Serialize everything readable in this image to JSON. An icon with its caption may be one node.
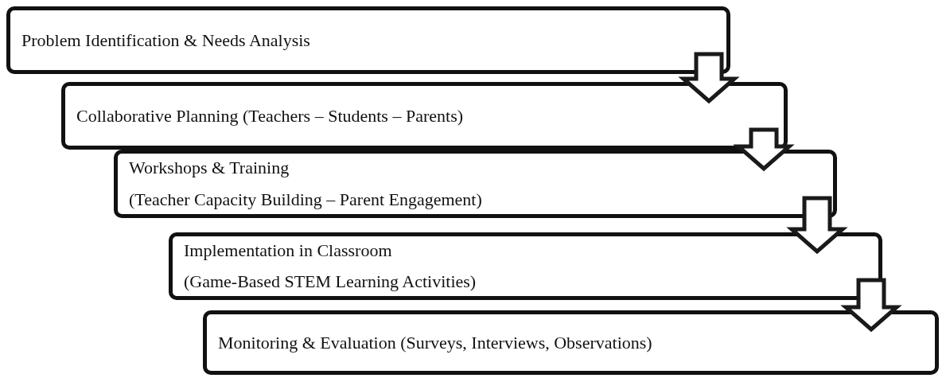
{
  "diagram": {
    "nodes": [
      {
        "text": [
          "Problem Identification & Needs Analysis"
        ]
      },
      {
        "text": [
          "Collaborative Planning (Teachers – Students – Parents)"
        ]
      },
      {
        "text": [
          "Workshops & Training",
          "(Teacher Capacity Building – Parent Engagement)"
        ]
      },
      {
        "text": [
          "Implementation in Classroom",
          "(Game-Based STEM Learning Activities)"
        ]
      },
      {
        "text": [
          "Monitoring & Evaluation (Surveys, Interviews, Observations)"
        ]
      }
    ],
    "edges": [
      {
        "from": 0,
        "to": 1,
        "arrow": "to"
      },
      {
        "from": 1,
        "to": 2,
        "arrow": "to"
      },
      {
        "from": 2,
        "to": 3,
        "arrow": "to"
      },
      {
        "from": 3,
        "to": 4,
        "arrow": "to"
      }
    ]
  }
}
